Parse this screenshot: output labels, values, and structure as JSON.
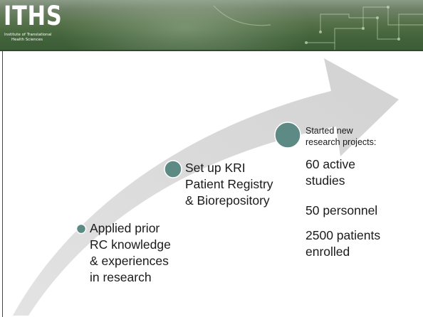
{
  "header": {
    "logo_text": "ITHS",
    "logo_sub_line1": "Institute of Translational",
    "logo_sub_line2": "Health Sciences",
    "colors": {
      "banner_dark": "#3a5c35",
      "banner_light": "#8a9a86",
      "logo": "#ffffff"
    }
  },
  "diagram": {
    "arrow_color": "#d9d9d9",
    "marker_color": "#5e8a86",
    "steps": [
      {
        "lines": [
          "Applied prior",
          "RC knowledge",
          "& experiences",
          "in research"
        ]
      },
      {
        "lines": [
          "Set up KRI",
          "Patient Registry",
          "& Biorepository"
        ]
      },
      {
        "title_lines": [
          "Started new",
          "research projects:"
        ],
        "stats": [
          [
            "60 active",
            "studies"
          ],
          [
            "50 personnel"
          ],
          [
            "2500 patients",
            "enrolled"
          ]
        ]
      }
    ]
  }
}
